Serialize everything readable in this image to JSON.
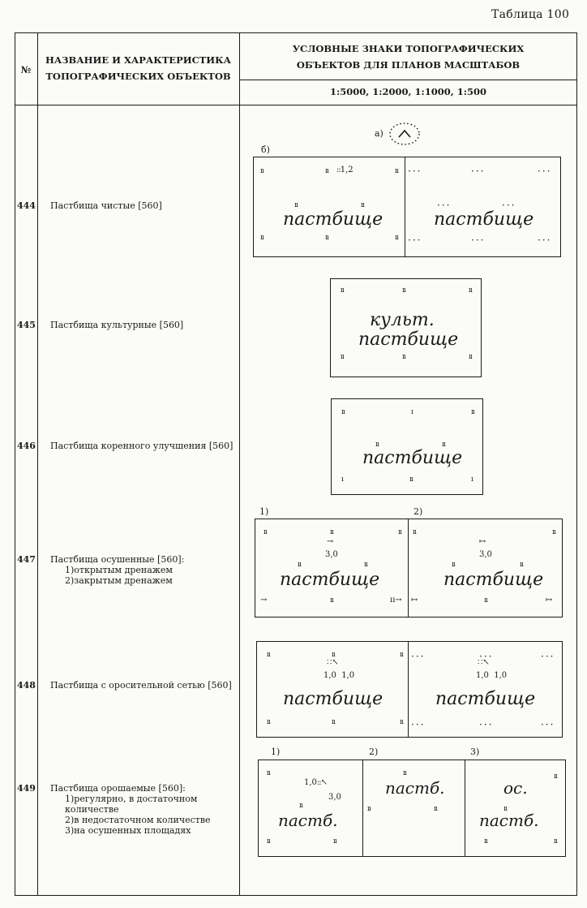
{
  "table_title": "Таблица 100",
  "header": {
    "num": "№",
    "name_line1": "НАЗВАНИЕ И ХАРАКТЕРИСТИКА",
    "name_line2": "ТОПОГРАФИЧЕСКИХ ОБЪЕКТОВ",
    "signs_line1": "УСЛОВНЫЕ ЗНАКИ ТОПОГРАФИЧЕСКИХ",
    "signs_line2": "ОБЪЕКТОВ ДЛЯ ПЛАНОВ МАСШТАБОВ",
    "scales": "1:5000, 1:2000, 1:1000, 1:500"
  },
  "rows": [
    {
      "num": "444",
      "name": "Пастбища чистые [560]"
    },
    {
      "num": "445",
      "name": "Пастбища культурные [560]"
    },
    {
      "num": "446",
      "name": "Пастбища коренного улучшения [560]"
    },
    {
      "num": "447",
      "name": "Пастбища осушенные [560]:",
      "subs": [
        "1)открытым дренажем",
        "2)закрытым дренажем"
      ]
    },
    {
      "num": "448",
      "name": "Пастбища с оросительной сетью [560]"
    },
    {
      "num": "449",
      "name": "Пастбища орошаемые [560]:",
      "subs": [
        "1)регулярно, в достаточном количестве",
        "2)в недостаточном количестве",
        "3)на осушенных площадях"
      ]
    }
  ],
  "signs": {
    "r444": {
      "label_a": "а)",
      "label_b": "б)",
      "dim": "1,2",
      "word_left": "пастбище",
      "word_right": "пастбище"
    },
    "r445": {
      "word1": "культ.",
      "word2": "пастбище"
    },
    "r446": {
      "word": "пастбище"
    },
    "r447": {
      "label1": "1)",
      "label2": "2)",
      "dim1": "3,0",
      "dim2": "3,0",
      "word_left": "пастбище",
      "word_right": "пастбище"
    },
    "r448": {
      "dim_l1": "1,0",
      "dim_l2": "1,0",
      "dim_r1": "1,0",
      "dim_r2": "1,0",
      "word_left": "пастбище",
      "word_right": "пастбище"
    },
    "r449": {
      "label1": "1)",
      "label2": "2)",
      "label3": "3)",
      "dim1": "1,0",
      "dim2": "3,0",
      "word1": "пастб.",
      "word2": "пастб.",
      "word3a": "ос.",
      "word3b": "пастб."
    }
  }
}
